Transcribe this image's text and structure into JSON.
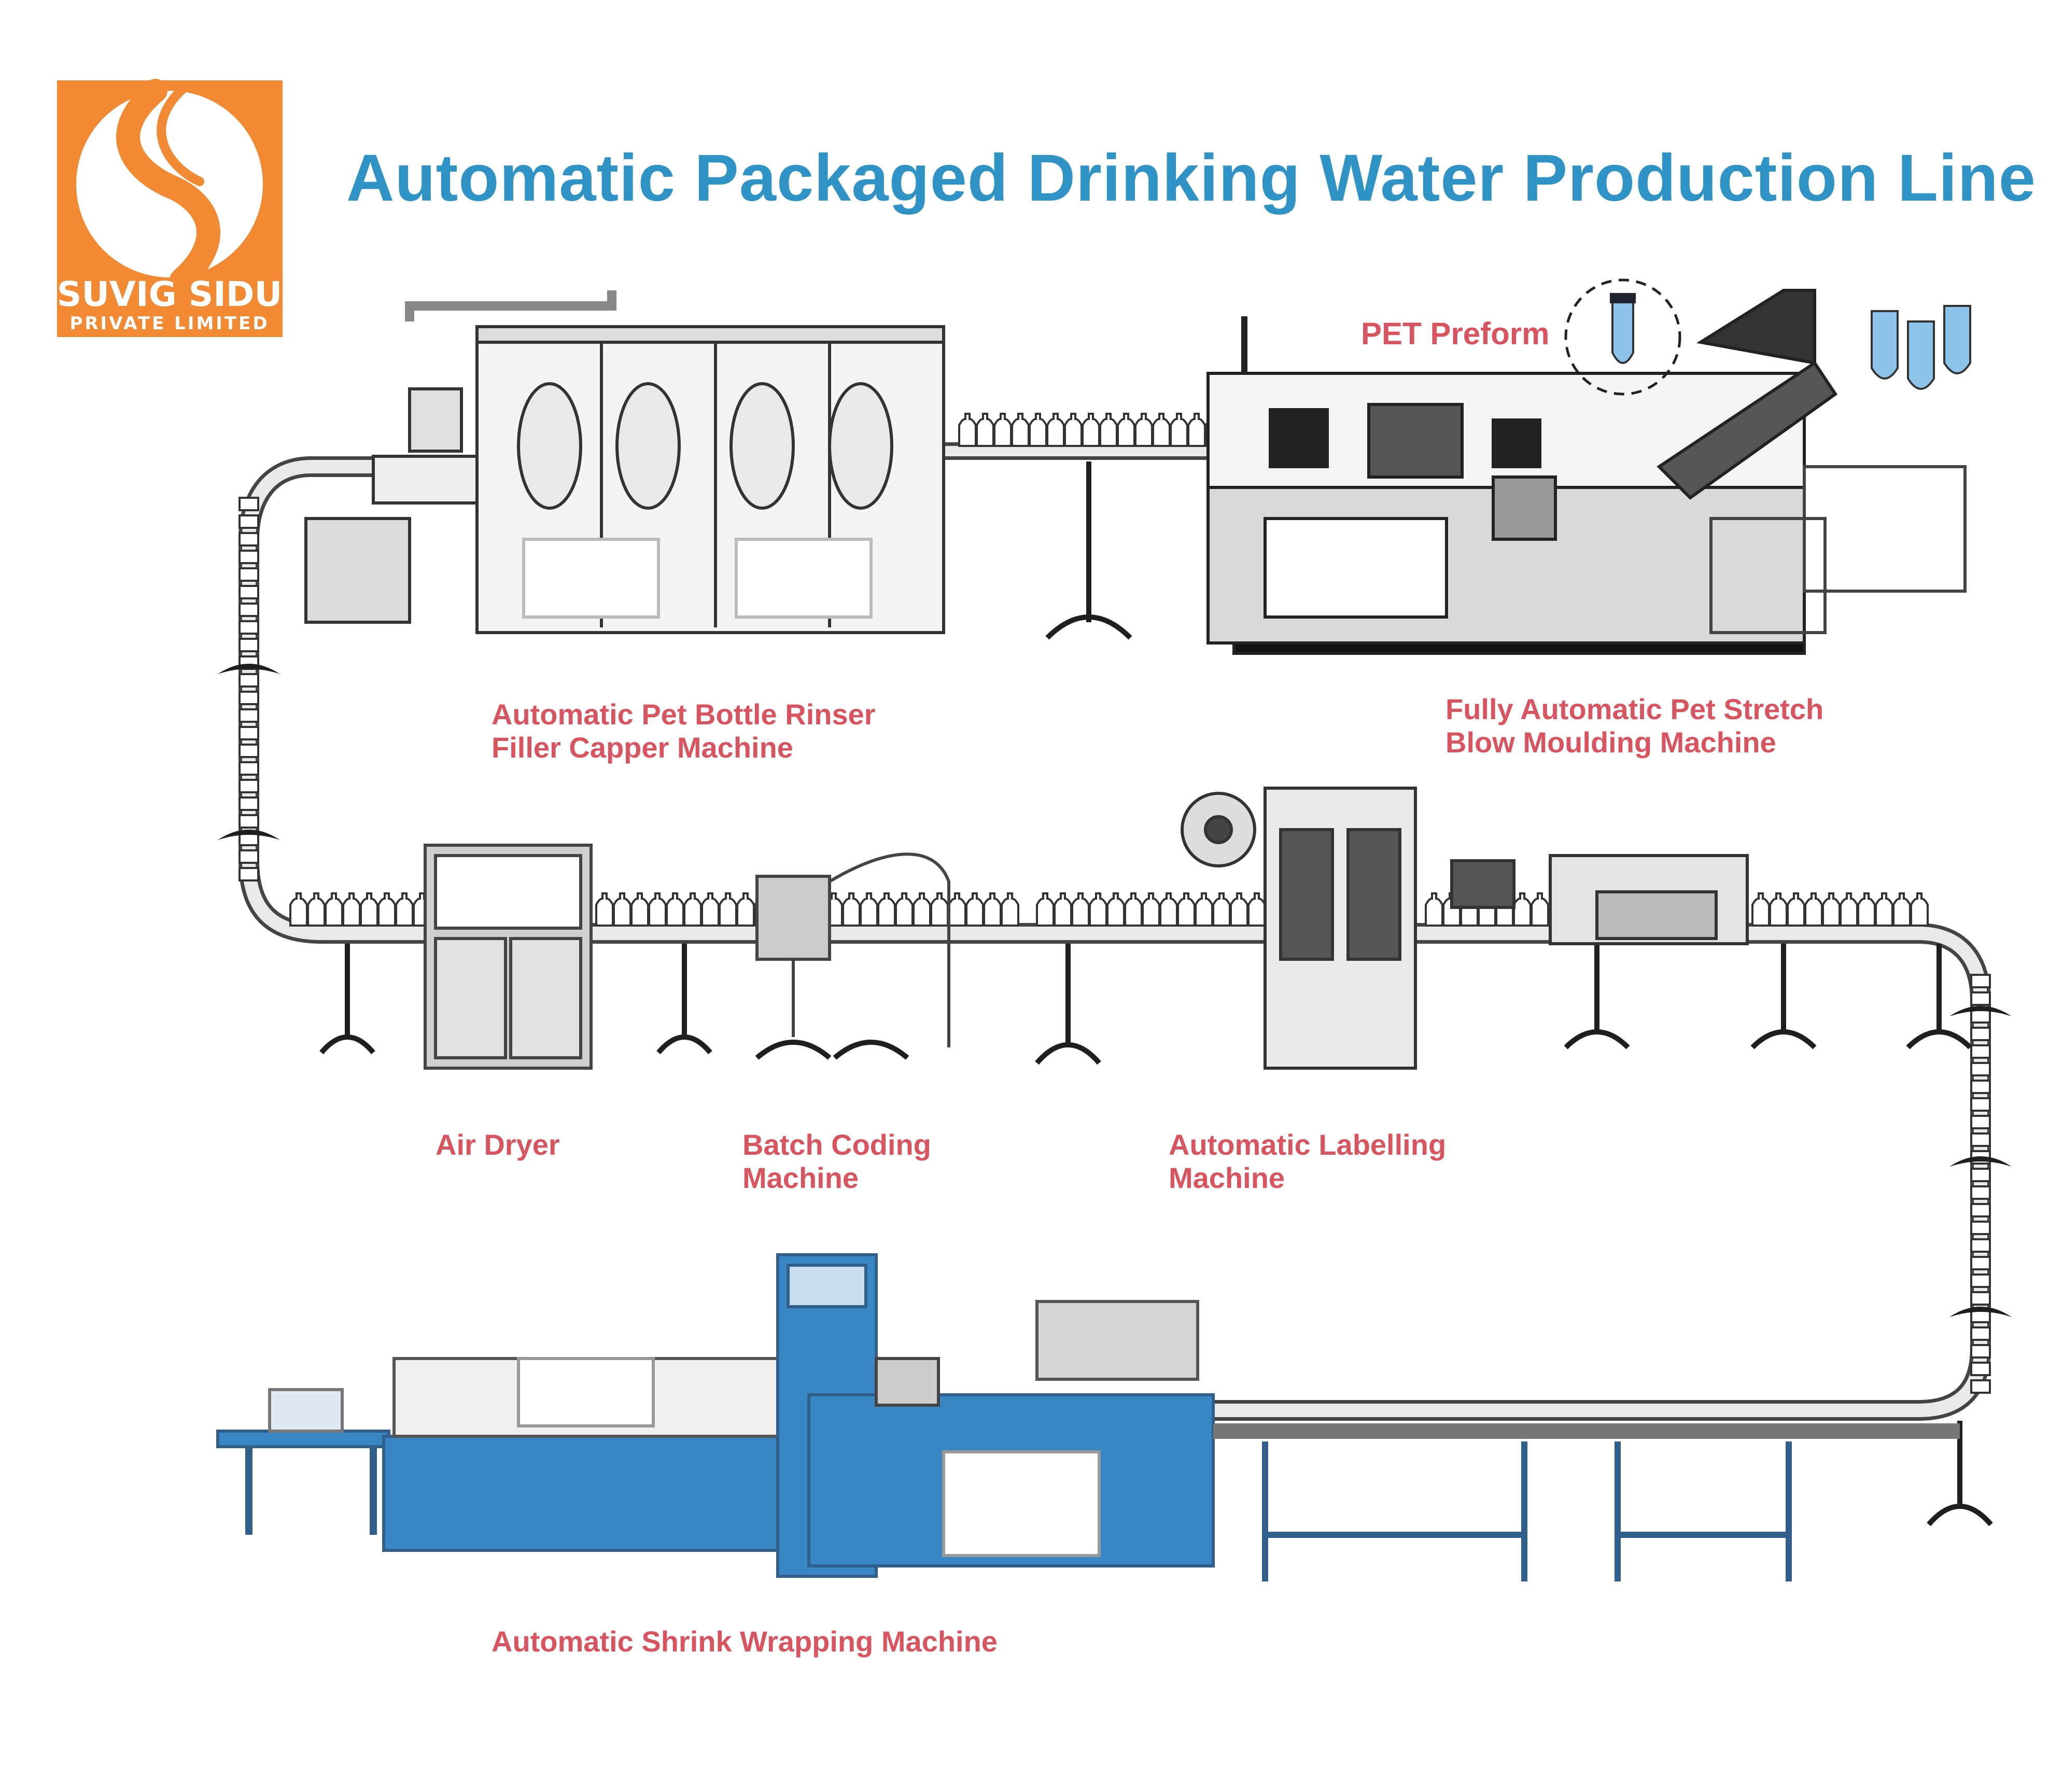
{
  "logo": {
    "company_name": "SUVIG SIDU",
    "company_suffix": "PRIVATE LIMITED",
    "bg_color": "#f28a34"
  },
  "title": "Automatic Packaged Drinking Water Production Line",
  "labels": {
    "pet_preform": "PET Preform",
    "rinser_filler": [
      "Automatic Pet Bottle Rinser",
      "Filler Capper Machine"
    ],
    "blow_moulding": [
      "Fully Automatic Pet Stretch",
      "Blow Moulding Machine"
    ],
    "air_dryer": "Air Dryer",
    "batch_coding": [
      "Batch Coding",
      "Machine"
    ],
    "labelling": [
      "Automatic Labelling",
      "Machine"
    ],
    "shrink_wrapping": "Automatic Shrink Wrapping Machine"
  },
  "colors": {
    "title": "#2f93c6",
    "label": "#d9545f",
    "machine_blue": "#3a87c6",
    "line_dark": "#2a2a2a"
  }
}
